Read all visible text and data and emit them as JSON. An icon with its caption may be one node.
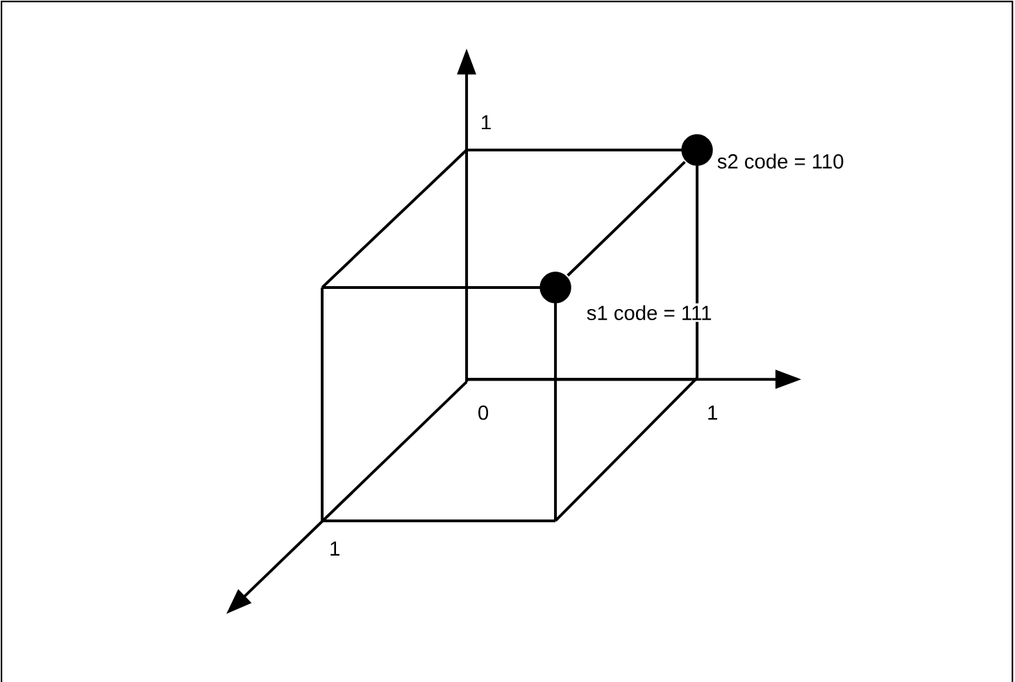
{
  "diagram": {
    "nodes": [
      {
        "text": [],
        "shape": "circle",
        "beside": [
          "s1 code = 111"
        ]
      },
      {
        "text": [],
        "shape": "circle",
        "beside": [
          "s2 code = 110"
        ]
      }
    ],
    "edges": [
      {
        "from": 0,
        "to": 1,
        "arrow": "none"
      }
    ],
    "labels": [
      "1",
      "0",
      "1",
      "1"
    ]
  }
}
